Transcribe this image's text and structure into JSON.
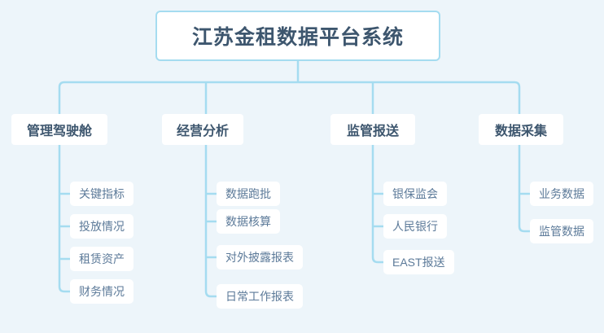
{
  "diagram": {
    "type": "org-chart",
    "title": "江苏金租数据平台系统",
    "background_color": "#edf5fa",
    "connector_color": "#a5dcf0",
    "root": {
      "label": "江苏金租数据平台系统",
      "text_color": "#3d566e",
      "border_color": "#a5dcf0",
      "fill_color": "#ffffff"
    },
    "branches": [
      {
        "label": "管理驾驶舱",
        "children": [
          {
            "label": "关键指标"
          },
          {
            "label": "投放情况"
          },
          {
            "label": "租赁资产"
          },
          {
            "label": "财务情况"
          }
        ]
      },
      {
        "label": "经营分析",
        "children": [
          {
            "label": "数据跑批"
          },
          {
            "label": "数据核算"
          },
          {
            "label": "对外披露报表"
          },
          {
            "label": "日常工作报表"
          }
        ]
      },
      {
        "label": "监管报送",
        "children": [
          {
            "label": "银保监会"
          },
          {
            "label": "人民银行"
          },
          {
            "label": "EAST报送"
          }
        ]
      },
      {
        "label": "数据采集",
        "children": [
          {
            "label": "业务数据"
          },
          {
            "label": "监管数据"
          }
        ]
      }
    ]
  }
}
